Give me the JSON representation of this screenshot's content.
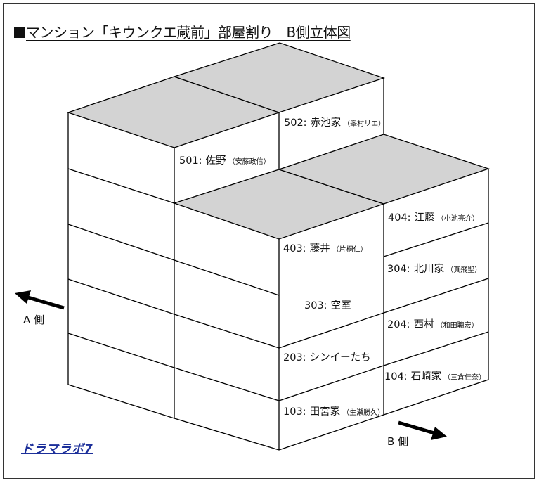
{
  "title": "マンション「キウンクエ蔵前」部屋割り　B側立体図",
  "brand": "ドラマラボ7",
  "side_labels": {
    "a": "A 側",
    "b": "B 側"
  },
  "rooms": {
    "r502": {
      "no": "502:",
      "name": "赤池家",
      "resident": "（峯村リエ）"
    },
    "r501": {
      "no": "501:",
      "name": "佐野",
      "resident": "（安藤政信）"
    },
    "r404": {
      "no": "404:",
      "name": "江藤",
      "resident": "（小池亮介）"
    },
    "r403": {
      "no": "403:",
      "name": "藤井",
      "resident": "（片桐仁）"
    },
    "r304": {
      "no": "304:",
      "name": "北川家",
      "resident": "（真飛聖）"
    },
    "r303": {
      "no": "303:",
      "name": "空室",
      "resident": ""
    },
    "r204": {
      "no": "204:",
      "name": "西村",
      "resident": "（和田聰宏）"
    },
    "r203": {
      "no": "203:",
      "name": "シンイーたち",
      "resident": ""
    },
    "r104": {
      "no": "104:",
      "name": "石崎家",
      "resident": "（三倉佳奈）"
    },
    "r103": {
      "no": "103:",
      "name": "田宮家",
      "resident": "（生瀬勝久）"
    }
  },
  "colors": {
    "roof": "#d3d3d3",
    "line": "#000000",
    "brand": "#1c2f9a"
  }
}
